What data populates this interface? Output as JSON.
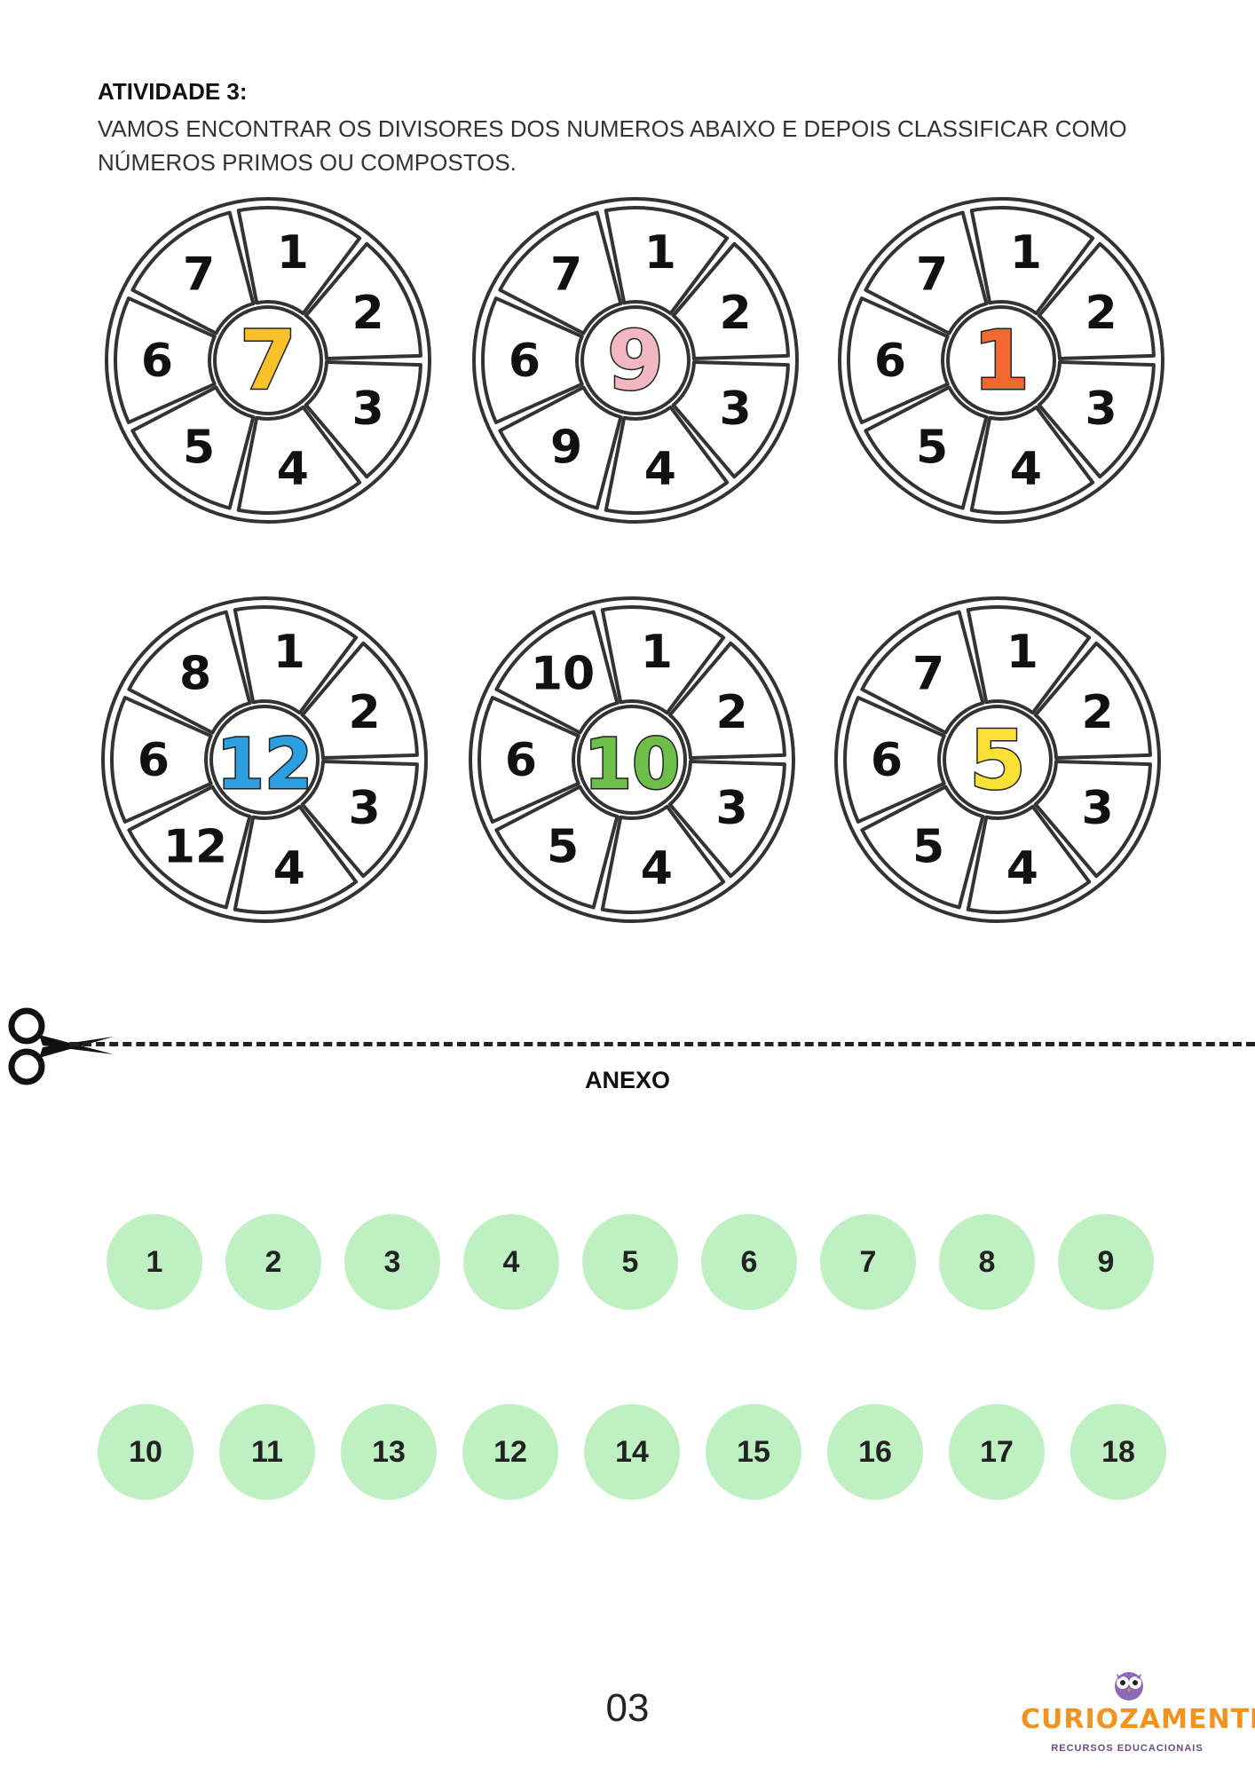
{
  "activity": {
    "title": "ATIVIDADE 3:",
    "instructions": "VAMOS ENCONTRAR OS DIVISORES DOS NUMEROS ABAIXO E DEPOIS CLASSIFICAR COMO NÚMEROS PRIMOS OU COMPOSTOS."
  },
  "wheels": [
    {
      "center": "7",
      "center_color": "#f9c22b",
      "segments": [
        "1",
        "2",
        "3",
        "4",
        "5",
        "6",
        "7"
      ]
    },
    {
      "center": "9",
      "center_color": "#f1b8c1",
      "segments": [
        "1",
        "2",
        "3",
        "4",
        "9",
        "6",
        "7"
      ]
    },
    {
      "center": "1",
      "center_color": "#f26a32",
      "segments": [
        "1",
        "2",
        "3",
        "4",
        "5",
        "6",
        "7"
      ]
    },
    {
      "center": "12",
      "center_color": "#2b9fe0",
      "segments": [
        "1",
        "2",
        "3",
        "4",
        "12",
        "6",
        "8"
      ]
    },
    {
      "center": "10",
      "center_color": "#6cc04a",
      "segments": [
        "1",
        "2",
        "3",
        "4",
        "5",
        "6",
        "10"
      ]
    },
    {
      "center": "5",
      "center_color": "#fbe036",
      "segments": [
        "1",
        "2",
        "3",
        "4",
        "5",
        "6",
        "7"
      ]
    }
  ],
  "annex": {
    "label": "ANEXO",
    "tile_color": "#bff0c2",
    "row1": [
      "1",
      "2",
      "3",
      "4",
      "5",
      "6",
      "7",
      "8",
      "9"
    ],
    "row2": [
      "10",
      "11",
      "13",
      "12",
      "14",
      "15",
      "16",
      "17",
      "18"
    ]
  },
  "footer": {
    "page_number": "03",
    "brand_name": "CURIOZAMENTE",
    "brand_subtitle": "RECURSOS EDUCACIONAIS",
    "brand_color": "#f2931f"
  }
}
